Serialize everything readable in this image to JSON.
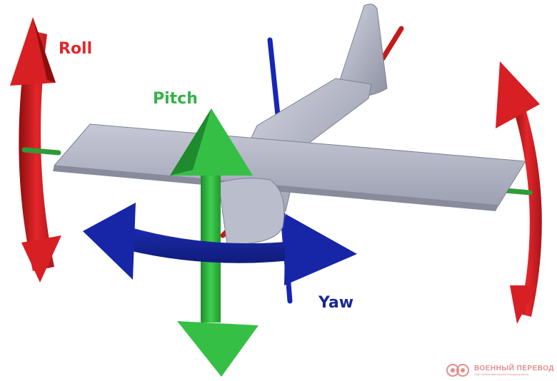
{
  "labels": {
    "roll": "Roll",
    "pitch": "Pitch",
    "yaw": "Yaw"
  },
  "watermark": {
    "title": "ВОЕННЫЙ ПЕРЕВОД",
    "subtitle": "Сайт Бахвалова Бориса Владимировича",
    "icon": "owl-logo-icon"
  },
  "colors": {
    "roll": "#e3262b",
    "pitch": "#35b24a",
    "yaw": "#1b2a8f",
    "airframe": "#b9bccb"
  }
}
